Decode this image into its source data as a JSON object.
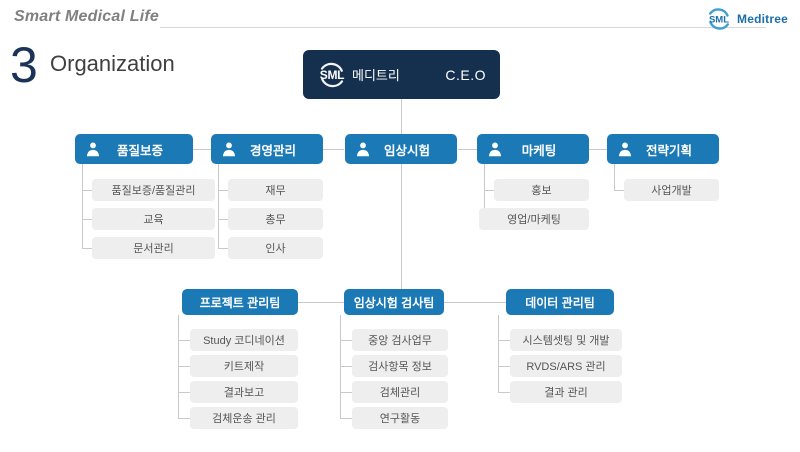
{
  "header": {
    "brand_tagline": "Smart Medical Life",
    "logo_word": "Meditree",
    "logo_mark": "SML"
  },
  "page": {
    "number": "3",
    "title": "Organization"
  },
  "colors": {
    "navy": "#15304f",
    "blue": "#1b7ab5",
    "logo_blue": "#1b6fa8",
    "sub_bg": "#eeeeee",
    "sub_text": "#555555",
    "line": "#c9c9c9"
  },
  "chart_data": {
    "type": "diagram",
    "title": "Organization",
    "root": {
      "mark": "SML",
      "name": "메디트리",
      "role": "C.E.O"
    },
    "departments": [
      {
        "label": "품질보증",
        "icon": "person-icon",
        "children": [
          "품질보증/품질관리",
          "교육",
          "문서관리"
        ]
      },
      {
        "label": "경영관리",
        "icon": "person-icon",
        "children": [
          "재무",
          "총무",
          "인사"
        ]
      },
      {
        "label": "임상시험",
        "icon": "person-icon",
        "children": []
      },
      {
        "label": "마케팅",
        "icon": "person-icon",
        "children": [
          "홍보",
          "영업/마케팅"
        ]
      },
      {
        "label": "전략기획",
        "icon": "person-icon",
        "children": [
          "사업개발"
        ]
      }
    ],
    "teams": [
      {
        "label": "프로젝트 관리팀",
        "children": [
          "Study 코디네이션",
          "키트제작",
          "결과보고",
          "검체운송 관리"
        ]
      },
      {
        "label": "임상시험 검사팀",
        "children": [
          "중앙 검사업무",
          "검사항목 정보",
          "검체관리",
          "연구활동"
        ]
      },
      {
        "label": "데이터 관리팀",
        "children": [
          "시스템셋팅 및 개발",
          "RVDS/ARS 관리",
          "결과 관리"
        ]
      }
    ]
  }
}
